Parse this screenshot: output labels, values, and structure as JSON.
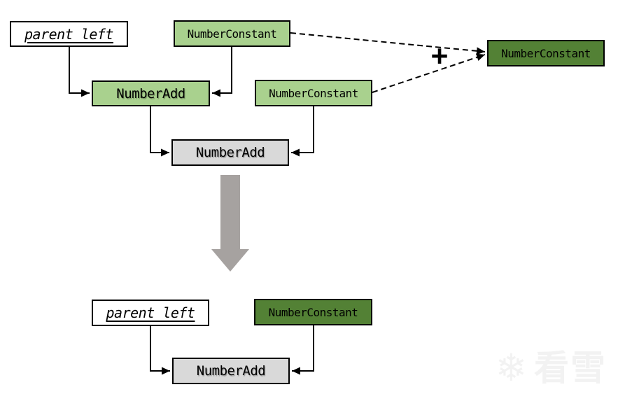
{
  "diagram": {
    "kind": "ast-constant-folding-transformation",
    "before": {
      "parent_left_label": "parent_left",
      "constant_top_label": "NumberConstant",
      "constant_mid_label": "NumberConstant",
      "constant_folded_label": "NumberConstant",
      "add_inner_label": "NumberAdd",
      "add_outer_label": "NumberAdd",
      "plus_label": "+"
    },
    "after": {
      "parent_left_label": "parent_left",
      "constant_folded_label": "NumberConstant",
      "add_label": "NumberAdd"
    }
  },
  "colors": {
    "light_green_node": "#a9d18e",
    "dark_green_node": "#538135",
    "gray_node": "#d9d9d9",
    "node_border": "#000000",
    "edge_line": "#000000",
    "transform_arrow": "#a6a2a0",
    "background": "#ffffff",
    "watermark": "#f2f2f2"
  },
  "watermark": {
    "icon": "snowflake",
    "text": "看雪"
  }
}
